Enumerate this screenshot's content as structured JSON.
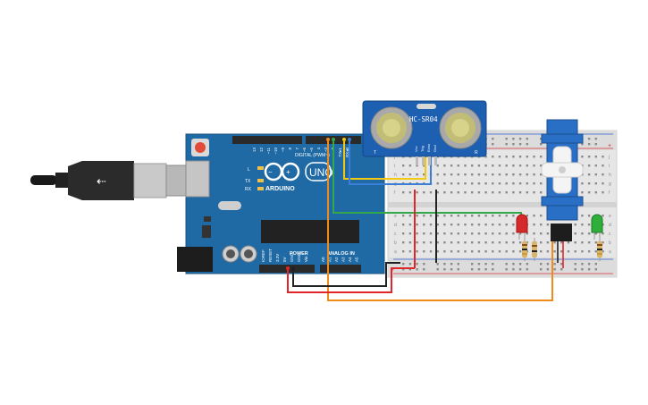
{
  "arduino": {
    "brand": "ARDUINO",
    "model": "UNO",
    "digital_label": "DIGITAL (PWM~)",
    "power_label": "POWER",
    "analog_label": "ANALOG IN",
    "tx_label": "TX",
    "rx_label": "RX",
    "l_label": "L",
    "aref_label": "AREF",
    "gnd_label": "GND",
    "power_pins": [
      "IOREF",
      "RESET",
      "3.3V",
      "5V",
      "GND",
      "GND",
      "Vin"
    ],
    "analog_pins": [
      "A0",
      "A1",
      "A2",
      "A3",
      "A4",
      "A5"
    ],
    "digital_pins": [
      "13",
      "12",
      "~11",
      "~10",
      "~9",
      "8",
      "7",
      "~6",
      "~5",
      "4",
      "~3",
      "2",
      "TX▸1",
      "RX◂0"
    ]
  },
  "sensor": {
    "name": "HC-SR04",
    "pins": [
      "Vcc",
      "Trig",
      "Echo",
      "Gnd"
    ],
    "left_mark": "T",
    "right_mark": "R"
  },
  "breadboard": {
    "row_letters_top": [
      "j",
      "i",
      "h",
      "g",
      "f"
    ],
    "row_letters_bottom": [
      "e",
      "d",
      "c",
      "b",
      "a"
    ],
    "plus": "+",
    "minus": "-"
  },
  "colors": {
    "board": "#1f6aa5",
    "wire_red": "#e0262a",
    "wire_black": "#222222",
    "wire_orange": "#f08a1a",
    "wire_green": "#33a84a",
    "wire_yellow": "#f2c811",
    "wire_blue": "#3a7fd5",
    "led_red": "#d52a2a",
    "led_green": "#2fae3a",
    "servo": "#2a6fc6"
  }
}
